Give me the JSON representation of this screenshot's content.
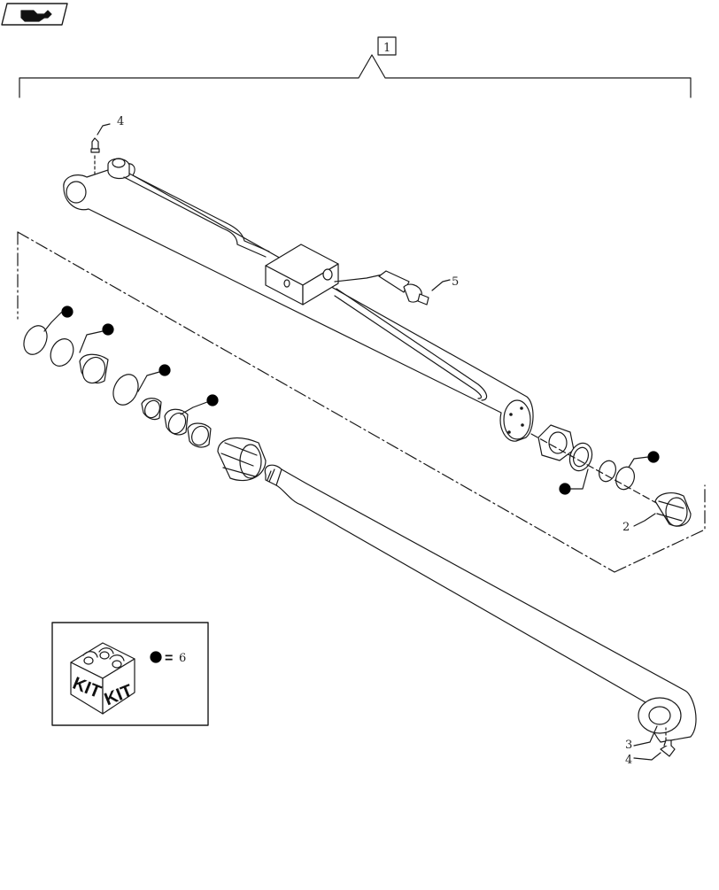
{
  "assembly_label": "1",
  "callouts": {
    "grease_fitting_top": "4",
    "relief_valve": "5",
    "piston": "2",
    "rod_bushing": "3",
    "grease_fitting_bottom": "4"
  },
  "legend": {
    "kit_left": "KIT",
    "kit_right": "KIT",
    "equals": "=",
    "kit_part_number": "6"
  },
  "colors": {
    "line": "#1a1a1a",
    "fill": "#ffffff",
    "kit_marker": "#000000"
  }
}
